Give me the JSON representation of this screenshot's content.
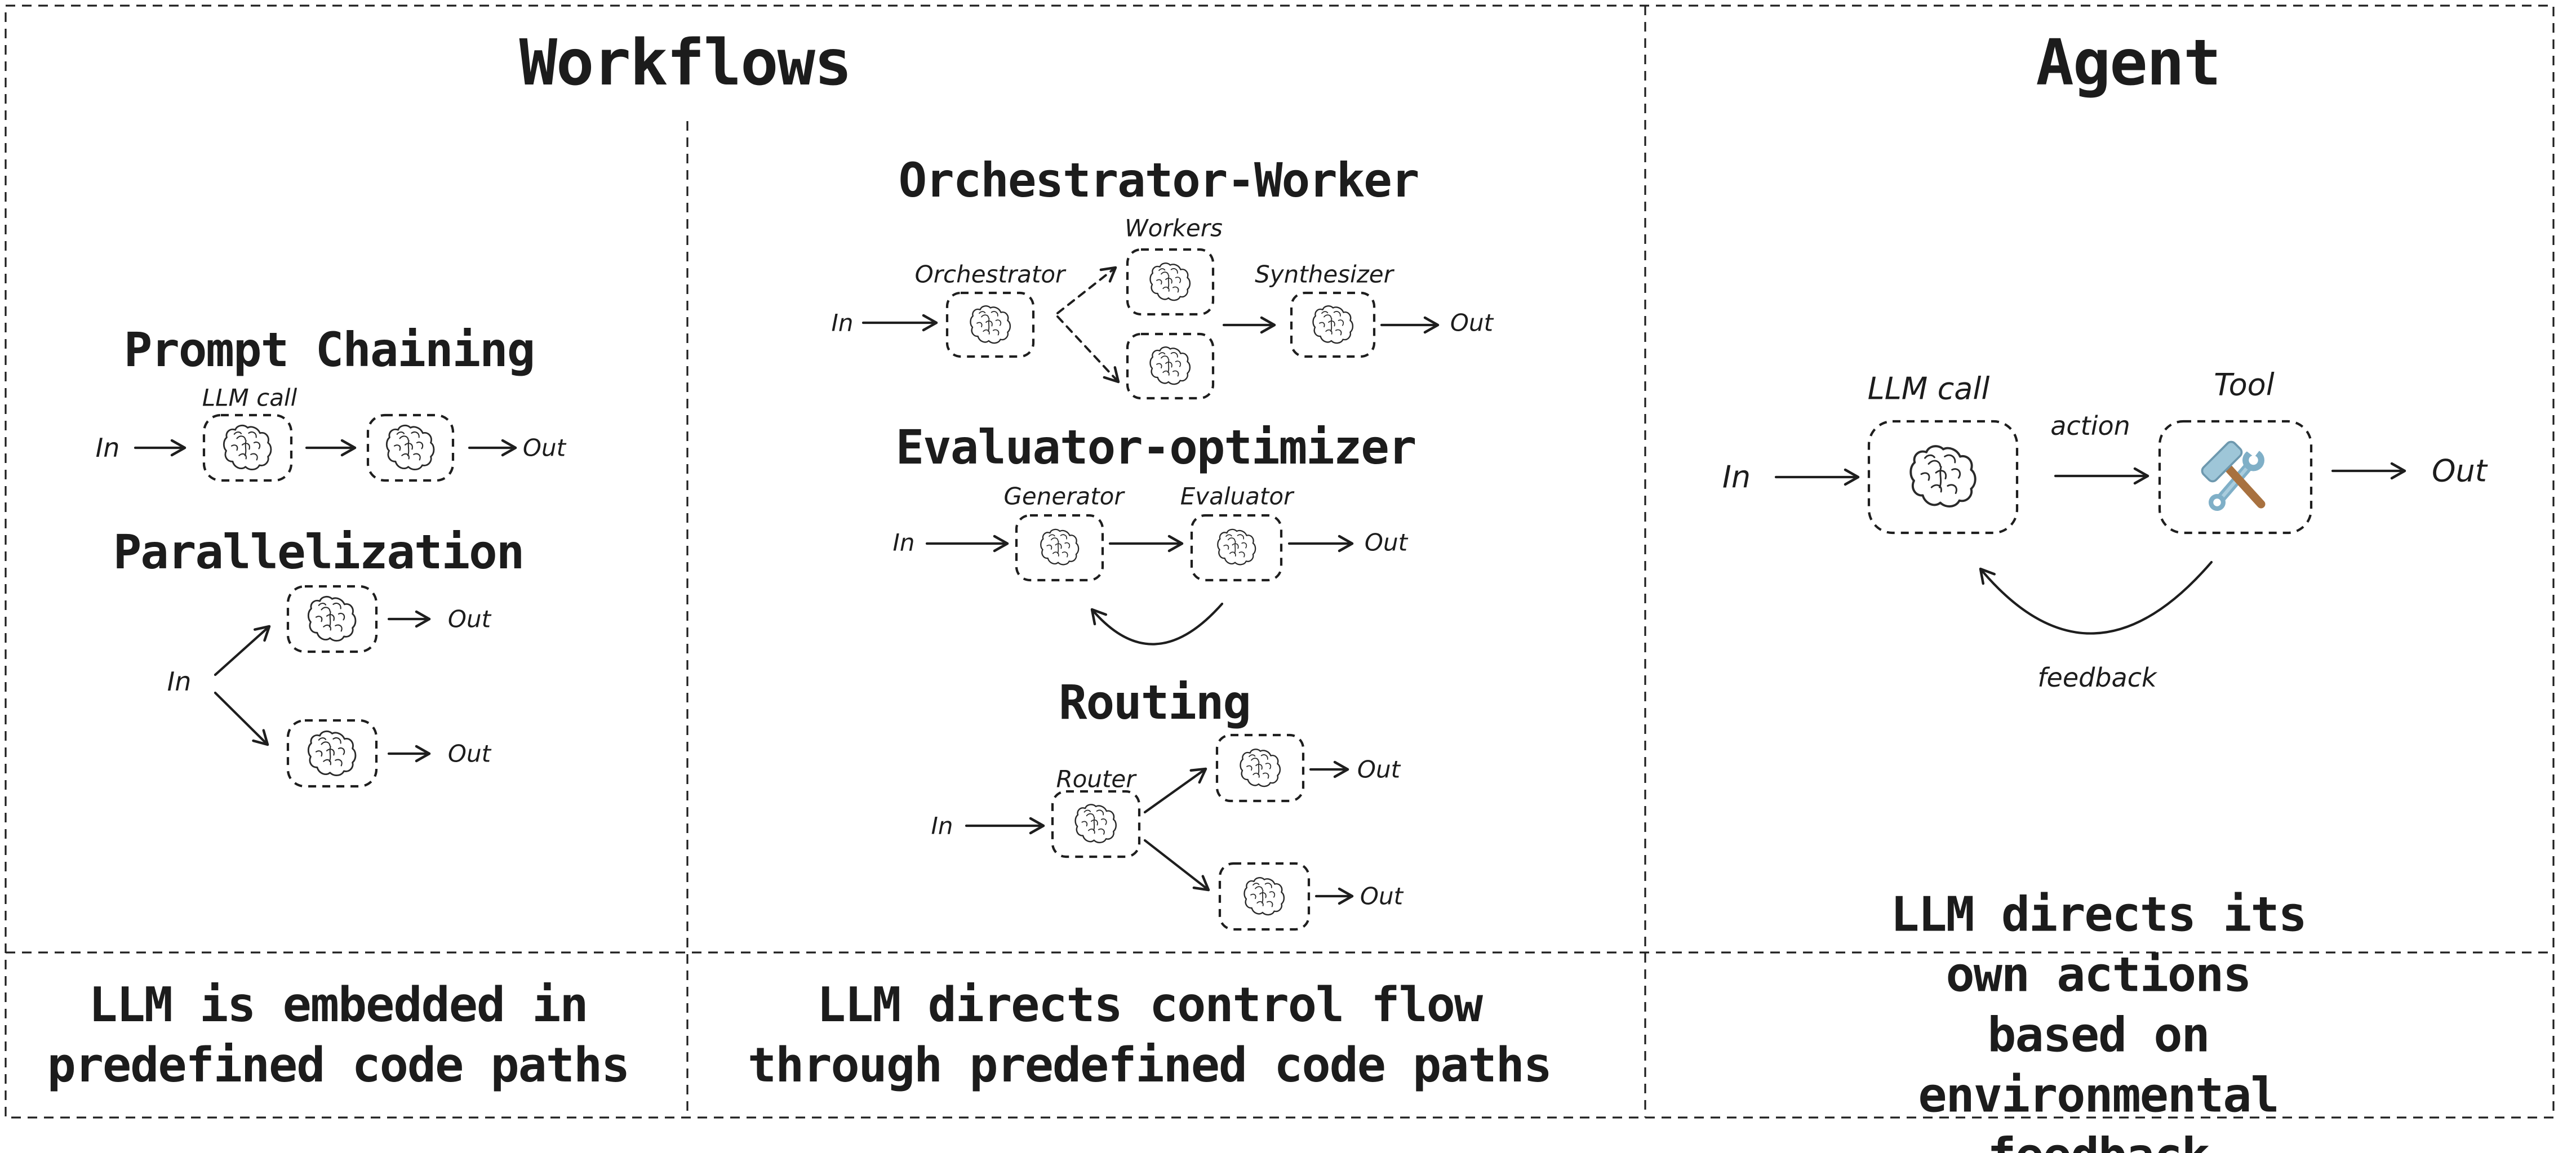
{
  "header": {
    "workflows_title": "Workflows",
    "agent_title": "Agent"
  },
  "sections": {
    "prompt_chaining": {
      "title": "Prompt Chaining"
    },
    "parallelization": {
      "title": "Parallelization"
    },
    "orchestrator_worker": {
      "title": "Orchestrator-Worker"
    },
    "evaluator_optimizer": {
      "title": "Evaluator-optimizer"
    },
    "routing": {
      "title": "Routing"
    }
  },
  "labels": {
    "in": "In",
    "out": "Out",
    "llm_call": "LLM call",
    "workers": "Workers",
    "orchestrator": "Orchestrator",
    "synthesizer": "Synthesizer",
    "generator": "Generator",
    "evaluator": "Evaluator",
    "router": "Router",
    "tool": "Tool",
    "action": "action",
    "feedback": "feedback"
  },
  "captions": {
    "workflows_left": "LLM is embedded in\npredefined code paths",
    "workflows_middle": "LLM directs control flow\nthrough predefined code paths",
    "agent": "LLM directs its own actions\nbased on environmental feedback"
  },
  "icons": {
    "brain": "brain-icon",
    "tools": "hammer-wrench-icon"
  },
  "colors": {
    "ink": "#1e1e1e",
    "background": "#ffffff",
    "wrench_blue": "#7fafc7",
    "wrench_blue_light": "#a9ccdd",
    "tool_head_blue": "#9ec6d8",
    "handle_brown": "#a8713f"
  }
}
